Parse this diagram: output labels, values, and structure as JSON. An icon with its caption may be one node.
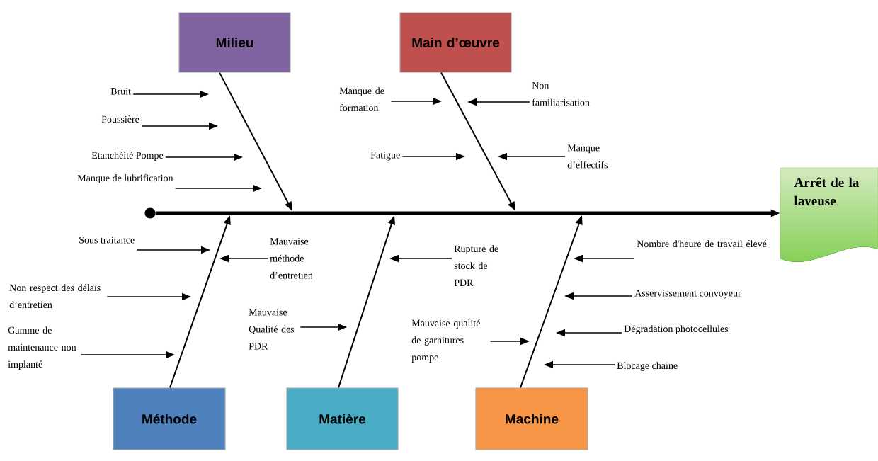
{
  "diagram": {
    "nodes": [
      {
        "text": [
          "Milieu"
        ]
      },
      {
        "text": [
          "Main d’œuvre"
        ]
      },
      {
        "text": [
          "Méthode"
        ]
      },
      {
        "text": [
          "Matière"
        ]
      },
      {
        "text": [
          "Machine"
        ]
      },
      {
        "text": [
          "Arrêt de la laveuse"
        ]
      },
      {
        "text": [],
        "shape": "circle"
      },
      {
        "text": [
          "Bruit"
        ]
      },
      {
        "text": [
          "Poussière"
        ]
      },
      {
        "text": [
          "Etanchéité Pompe"
        ]
      },
      {
        "text": [
          "Manque de lubrification"
        ]
      },
      {
        "text": [
          "Manque de formation"
        ]
      },
      {
        "text": [
          "Non familiarisation"
        ]
      },
      {
        "text": [
          "Fatigue"
        ]
      },
      {
        "text": [
          "Manque d’effectifs"
        ]
      },
      {
        "text": [
          "Sous traitance"
        ]
      },
      {
        "text": [
          "Mauvaise méthode d’entretien"
        ]
      },
      {
        "text": [
          "Non respect des délais d’entretien"
        ]
      },
      {
        "text": [
          "Gamme de maintenance non implanté"
        ]
      },
      {
        "text": [
          "Mauvaise Qualité des PDR"
        ]
      },
      {
        "text": [
          "Rupture de stock de PDR"
        ]
      },
      {
        "text": [
          "Nombre d'heure de travail élevé"
        ]
      },
      {
        "text": [
          "Asservissement convoyeur"
        ]
      },
      {
        "text": [
          "Dégradation photocellules"
        ]
      },
      {
        "text": [
          "Mauvaise qualité de garnitures pompe"
        ]
      },
      {
        "text": [
          "Blocage chaine"
        ]
      }
    ],
    "edges": [
      {
        "from": 6,
        "to": 5,
        "arrow": "to",
        "style": "thick"
      },
      {
        "from": 0,
        "to": null,
        "arrow": "to"
      },
      {
        "from": 1,
        "to": null,
        "arrow": "to"
      },
      {
        "from": 2,
        "to": null,
        "arrow": "to"
      },
      {
        "from": 3,
        "to": null,
        "arrow": "to"
      },
      {
        "from": 4,
        "to": null,
        "arrow": "to"
      },
      {
        "from": 7,
        "to": null,
        "arrow": "to"
      },
      {
        "from": 8,
        "to": null,
        "arrow": "to"
      },
      {
        "from": 9,
        "to": null,
        "arrow": "to"
      },
      {
        "from": 10,
        "to": null,
        "arrow": "to"
      },
      {
        "from": 11,
        "to": null,
        "arrow": "to"
      },
      {
        "from": 12,
        "to": null,
        "arrow": "to"
      },
      {
        "from": 13,
        "to": null,
        "arrow": "to"
      },
      {
        "from": 14,
        "to": null,
        "arrow": "to"
      },
      {
        "from": 15,
        "to": null,
        "arrow": "to"
      },
      {
        "from": 16,
        "to": null,
        "arrow": "to"
      },
      {
        "from": 17,
        "to": null,
        "arrow": "to"
      },
      {
        "from": 18,
        "to": null,
        "arrow": "to"
      },
      {
        "from": 19,
        "to": null,
        "arrow": "to"
      },
      {
        "from": 20,
        "to": null,
        "arrow": "to"
      },
      {
        "from": 21,
        "to": null,
        "arrow": "to"
      },
      {
        "from": 22,
        "to": null,
        "arrow": "to"
      },
      {
        "from": 23,
        "to": null,
        "arrow": "to"
      },
      {
        "from": 24,
        "to": null,
        "arrow": "to"
      },
      {
        "from": 25,
        "to": null,
        "arrow": "to"
      }
    ]
  }
}
